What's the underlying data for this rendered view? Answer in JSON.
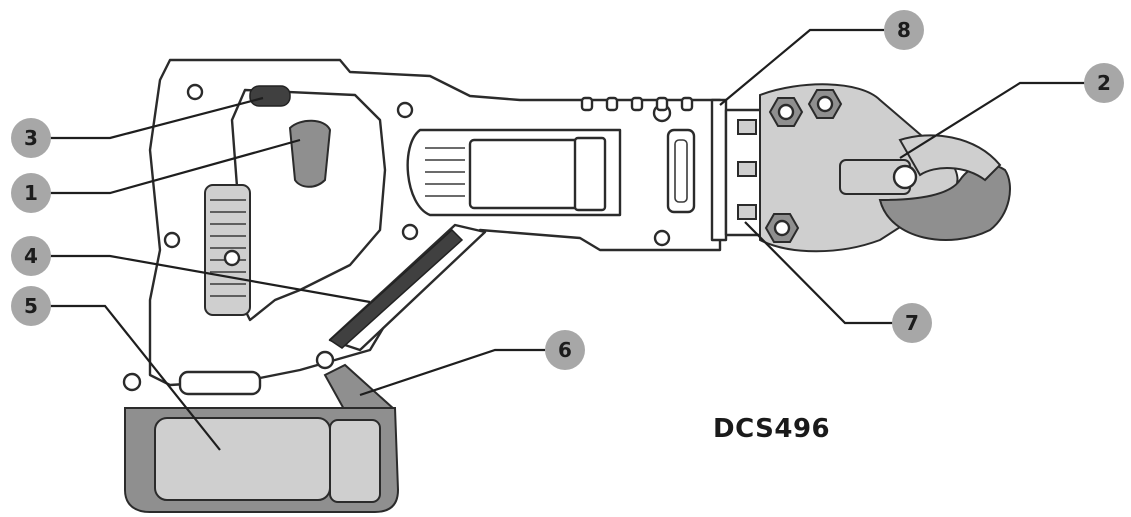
{
  "model_label": "DCS496",
  "callouts": [
    {
      "number": "1"
    },
    {
      "number": "2"
    },
    {
      "number": "3"
    },
    {
      "number": "4"
    },
    {
      "number": "5"
    },
    {
      "number": "6"
    },
    {
      "number": "7"
    },
    {
      "number": "8"
    }
  ]
}
